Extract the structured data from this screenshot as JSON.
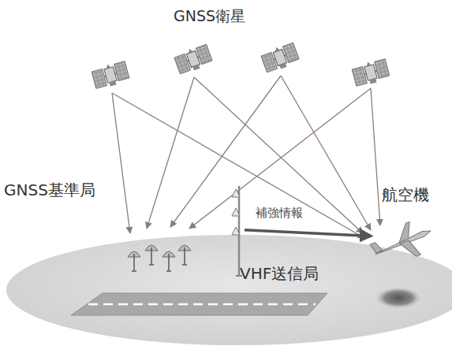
{
  "diagram": {
    "nodes": [
      {
        "text": [
          "GNSS衛星"
        ]
      },
      {
        "text": [
          "航空機"
        ]
      },
      {
        "text": [
          "GNSS基準局"
        ]
      },
      {
        "text": [
          "VHF送信局"
        ]
      }
    ],
    "edges": [
      {
        "from": 3,
        "to": 1,
        "label": "補強情報",
        "arrow": "to"
      }
    ]
  }
}
